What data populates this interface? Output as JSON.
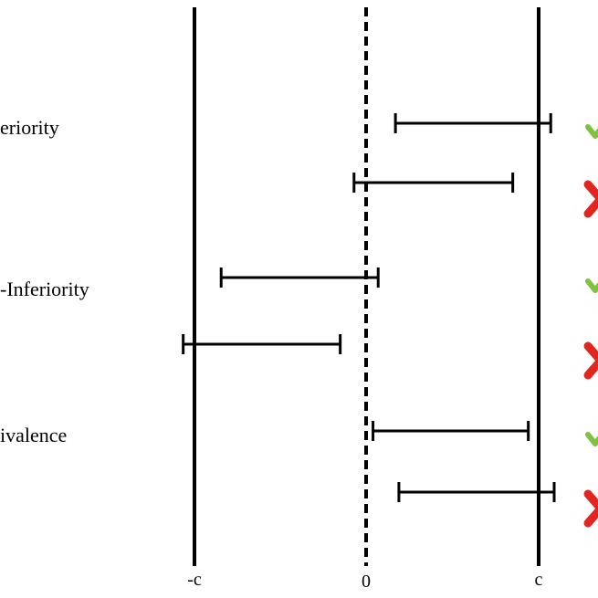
{
  "diagram": {
    "labels": {
      "superiority": "eriority",
      "non_inferiority": "-Inferiority",
      "equivalence": "ivalence"
    },
    "axis_ticks": {
      "neg_c": "-c",
      "zero": "0",
      "pos_c": "c"
    },
    "colors": {
      "line": "#000000",
      "check": "#7fc241",
      "cross": "#e0261f"
    },
    "intervals": [
      {
        "section": "superiority",
        "low": 0.17,
        "high": 1.07,
        "result": "check"
      },
      {
        "section": "superiority",
        "low": -0.07,
        "high": 0.85,
        "result": "cross"
      },
      {
        "section": "non_inferiority",
        "low": -0.84,
        "high": 0.07,
        "result": "check"
      },
      {
        "section": "non_inferiority",
        "low": -1.06,
        "high": -0.15,
        "result": "cross"
      },
      {
        "section": "equivalence",
        "low": 0.04,
        "high": 0.94,
        "result": "check"
      },
      {
        "section": "equivalence",
        "low": 0.19,
        "high": 1.09,
        "result": "cross"
      }
    ]
  }
}
